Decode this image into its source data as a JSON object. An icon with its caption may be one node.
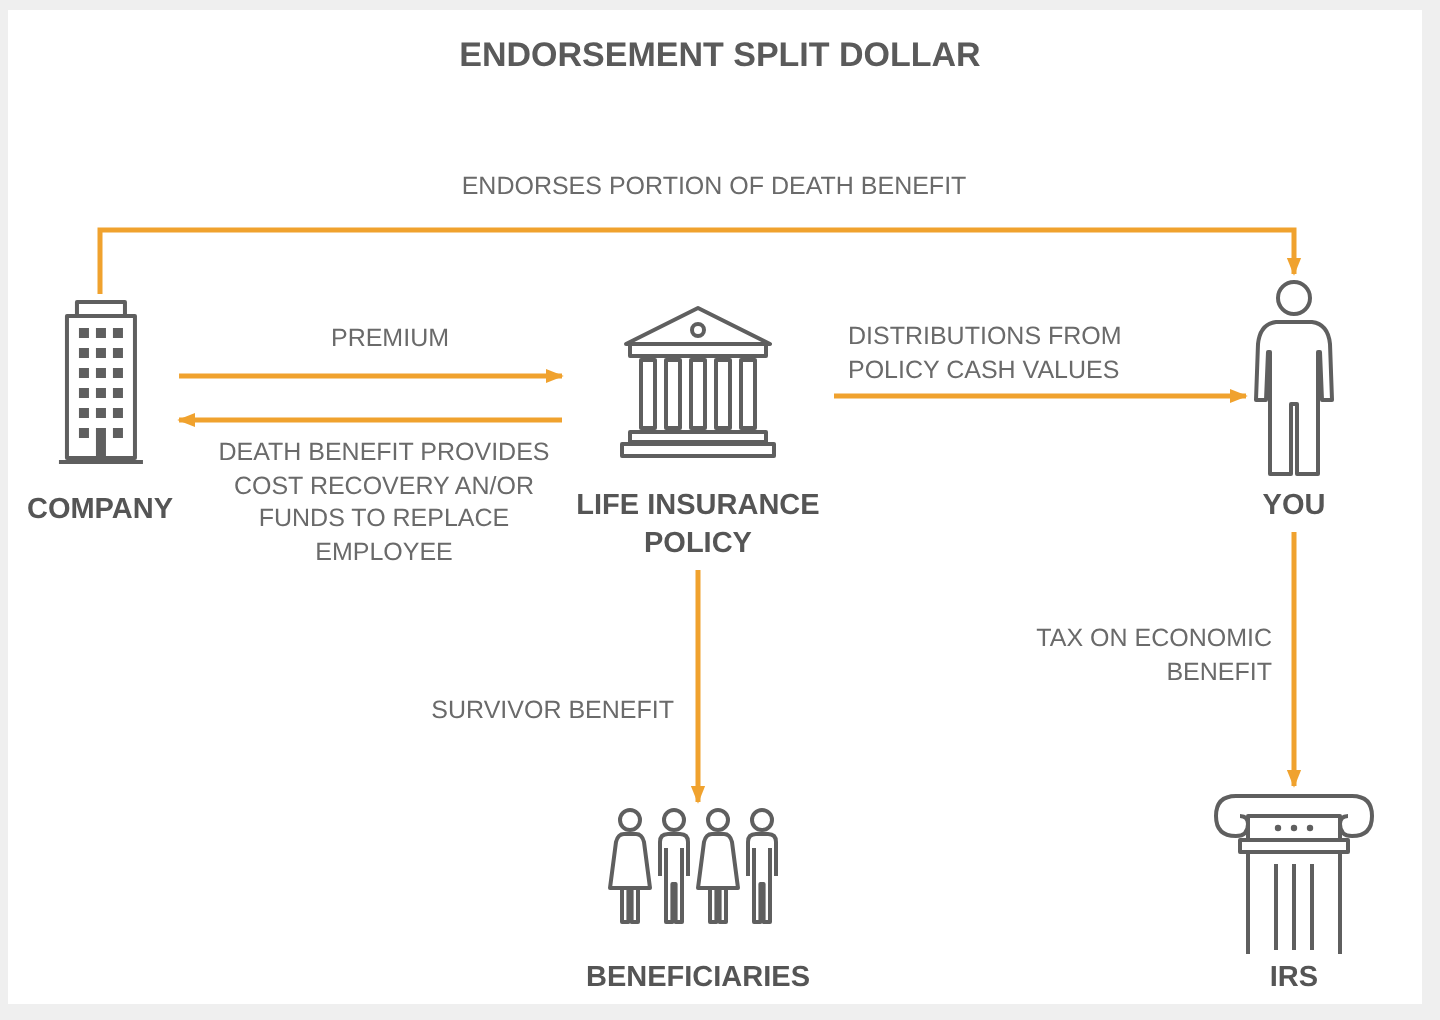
{
  "diagram": {
    "title": "ENDORSEMENT SPLIT DOLLAR",
    "nodes": [
      {
        "text": [
          "COMPANY"
        ]
      },
      {
        "text": [
          "LIFE INSURANCE POLICY"
        ]
      },
      {
        "text": [
          "YOU"
        ]
      },
      {
        "text": [
          "BENEFICIARIES"
        ]
      },
      {
        "text": [
          "IRS"
        ]
      }
    ],
    "edges": [
      {
        "from": 0,
        "to": 2,
        "arrow": "to",
        "label": "ENDORSES PORTION OF DEATH BENEFIT"
      },
      {
        "from": 0,
        "to": 1,
        "arrow": "to",
        "label": "PREMIUM"
      },
      {
        "from": 1,
        "to": 0,
        "arrow": "to",
        "label": "DEATH BENEFIT PROVIDES COST RECOVERY AN/OR FUNDS TO REPLACE EMPLOYEE"
      },
      {
        "from": 1,
        "to": 2,
        "arrow": "to",
        "label": "DISTRIBUTIONS FROM POLICY CASH VALUES"
      },
      {
        "from": 1,
        "to": 3,
        "arrow": "to",
        "label": "SURVIVOR BENEFIT"
      },
      {
        "from": 2,
        "to": 4,
        "arrow": "to",
        "label": "TAX ON ECONOMIC BENEFIT"
      }
    ]
  }
}
